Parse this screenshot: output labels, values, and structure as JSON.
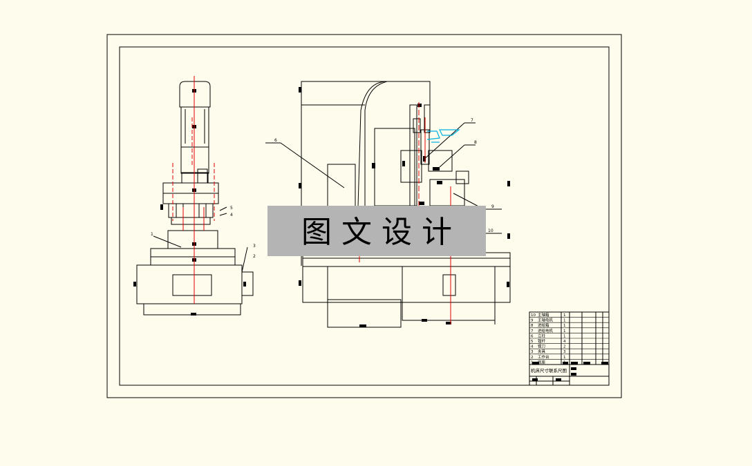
{
  "drawing": {
    "callouts": [
      "1",
      "2",
      "3",
      "4",
      "5",
      "6",
      "7",
      "8",
      "9",
      "10"
    ],
    "title_block": {
      "parts": [
        {
          "no": "10",
          "name": "主轴箱",
          "qty": "1"
        },
        {
          "no": "9",
          "name": "主轴电机",
          "qty": "1"
        },
        {
          "no": "8",
          "name": "进给箱",
          "qty": "1"
        },
        {
          "no": "7",
          "name": "进给电机",
          "qty": "1"
        },
        {
          "no": "6",
          "name": "立柱",
          "qty": "1"
        },
        {
          "no": "5",
          "name": "镗杆",
          "qty": "4"
        },
        {
          "no": "4",
          "name": "镗刀",
          "qty": "2"
        },
        {
          "no": "3",
          "name": "夹具",
          "qty": "3"
        },
        {
          "no": "2",
          "name": "工作台",
          "qty": "1"
        },
        {
          "no": "1",
          "name": "底座",
          "qty": "1"
        }
      ],
      "drawing_title": "机床尺寸联系尺图"
    }
  },
  "watermark": {
    "text": "图 文 设 计"
  },
  "colors": {
    "background": "#fefcec",
    "line": "#000000",
    "centerline": "#e00000",
    "accent": "#00b0e0",
    "watermark_bg": "#b4b4b4"
  }
}
